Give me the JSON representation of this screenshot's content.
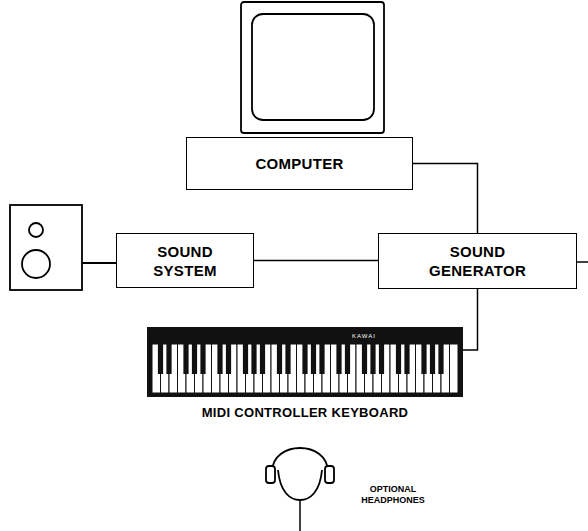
{
  "diagram": {
    "nodes": [
      {
        "text": [
          "COMPUTER"
        ]
      },
      {
        "text": [
          "SOUND SYSTEM"
        ]
      },
      {
        "text": [
          "SOUND GENERATOR"
        ]
      },
      {
        "text": [
          "KAWAI",
          "MIDI CONTROLLER KEYBOARD"
        ]
      }
    ],
    "edges": [
      {
        "from": 0,
        "to": 2,
        "arrow": "none"
      },
      {
        "from": 1,
        "to": 2,
        "arrow": "none"
      },
      {
        "from": 2,
        "to": 3,
        "arrow": "none"
      }
    ],
    "labels": [
      "OPTIONAL HEADPHONES"
    ]
  }
}
